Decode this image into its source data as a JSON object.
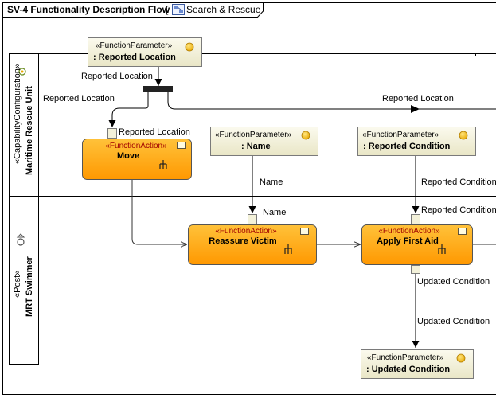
{
  "diagram": {
    "title": "SV-4 Functionality Description Flow",
    "tab_bracket": "[",
    "tab_label": "Search & Rescue",
    "colors": {
      "action_fill_start": "#ffc23a",
      "action_fill_end": "#ff9800",
      "param_fill": "#f3f1d9",
      "param_border": "#7a7a7a"
    }
  },
  "lanes": [
    {
      "stereotype": "«CapabilityConfiguration»",
      "name": "Maritime Rescue Unit",
      "icon": "capability-icon"
    },
    {
      "stereotype": "«Post»",
      "name": "MRT Swimmer",
      "icon": "post-icon"
    }
  ],
  "parameters": {
    "reported_location_top": {
      "stereotype": "«FunctionParameter»",
      "name": ": Reported Location"
    },
    "name": {
      "stereotype": "«FunctionParameter»",
      "name": ": Name"
    },
    "reported_condition": {
      "stereotype": "«FunctionParameter»",
      "name": ": Reported Condition"
    },
    "updated_condition": {
      "stereotype": "«FunctionParameter»",
      "name": ": Updated Condition"
    }
  },
  "actions": {
    "move": {
      "stereotype": "«FunctionAction»",
      "name": "Move"
    },
    "reassure": {
      "stereotype": "«FunctionAction»",
      "name": "Reassure Victim"
    },
    "first_aid": {
      "stereotype": "«FunctionAction»",
      "name": "Apply First Aid"
    }
  },
  "labels": {
    "reported_location_1": "Reported Location",
    "reported_location_2": "Reported Location",
    "reported_location_3": "Reported Location",
    "reported_location_4": "Reported Location",
    "name_1": "Name",
    "name_2": "Name",
    "reported_condition_1": "Reported Condition",
    "reported_condition_2": "Reported Condition",
    "updated_condition_1": "Updated Condition",
    "updated_condition_2": "Updated Condition"
  }
}
